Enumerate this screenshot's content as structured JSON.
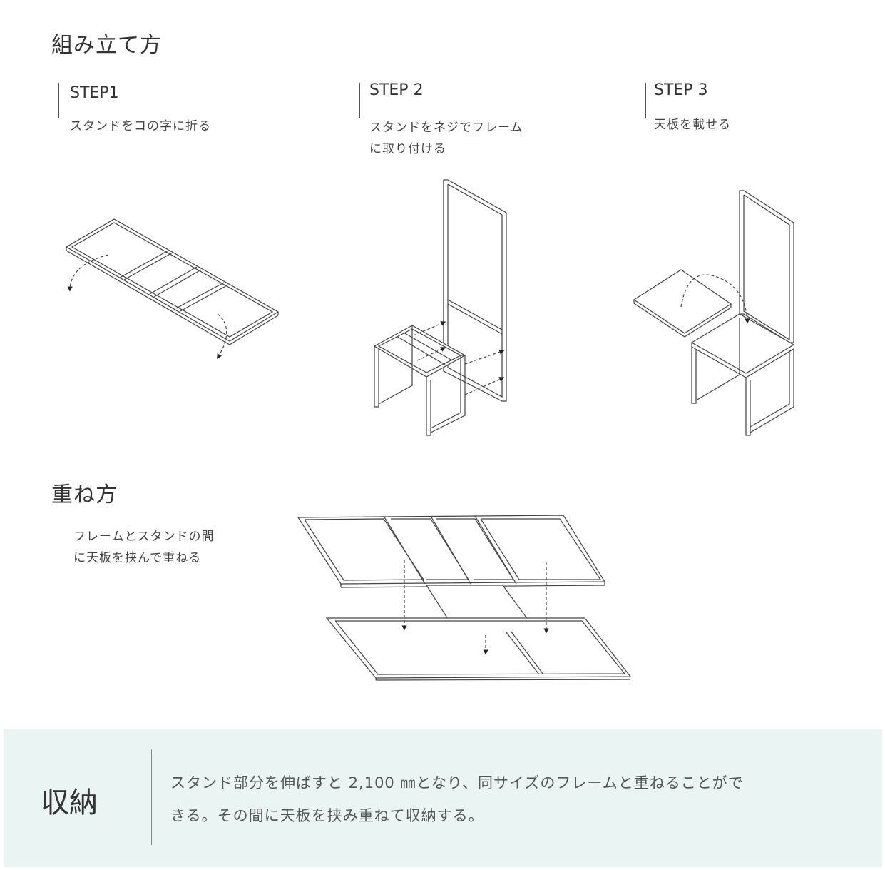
{
  "assembly": {
    "heading": "組み立て方",
    "steps": [
      {
        "title": "STEP1",
        "desc_lines": [
          "スタンドをコの字に折る"
        ]
      },
      {
        "title": "STEP 2",
        "desc_lines": [
          "スタンドをネジでフレーム",
          "に取り付ける"
        ]
      },
      {
        "title": "STEP 3",
        "desc_lines": [
          "天板を載せる"
        ]
      }
    ]
  },
  "stacking": {
    "heading": "重ね方",
    "desc_lines": [
      "フレームとスタンドの間",
      "に天板を挟んで重ねる"
    ]
  },
  "storage": {
    "title": "収納",
    "text_lines": [
      "スタンド部分を伸ばすと 2,100 ㎜となり、同サイズのフレームと重ねることがで",
      "きる。その間に天板を挟み重ねて収納する。"
    ],
    "background": "#eaf4f3"
  }
}
